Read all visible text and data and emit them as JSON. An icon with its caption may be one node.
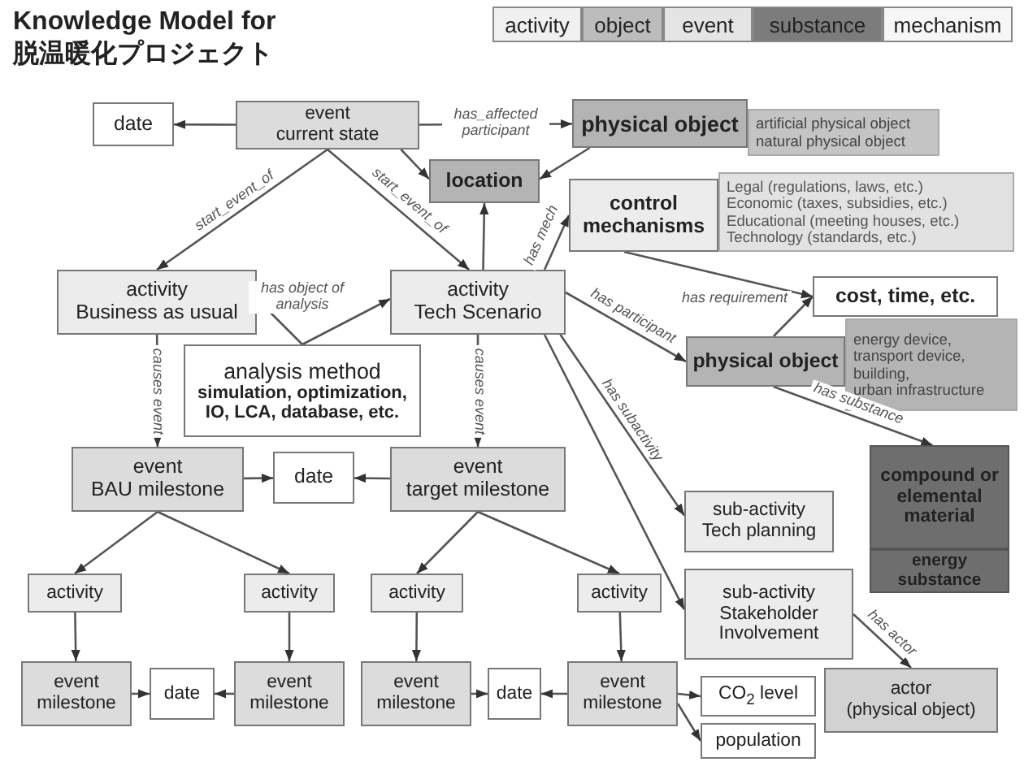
{
  "diagram": {
    "title": "Knowledge Model for 脱温暖化プロジェクト",
    "nodes": [
      {
        "text": [
          "date"
        ]
      },
      {
        "text": [
          "event",
          "current state"
        ]
      },
      {
        "text": [
          "physical object"
        ]
      },
      {
        "text": [
          "artificial physical object",
          "natural physical object"
        ]
      },
      {
        "text": [
          "location"
        ]
      },
      {
        "text": [
          "control mechanisms"
        ]
      },
      {
        "text": [
          "Legal (regulations, laws, etc.)",
          "Economic (taxes, subsidies, etc.)",
          "Educational (meeting houses, etc.)",
          "Technology (standards, etc.)"
        ]
      },
      {
        "text": [
          "activity",
          "Business as usual"
        ]
      },
      {
        "text": [
          "activity",
          "Tech Scenario"
        ]
      },
      {
        "text": [
          "analysis method",
          "simulation, optimization, IO, LCA, database, etc."
        ]
      },
      {
        "text": [
          "cost, time, etc."
        ]
      },
      {
        "text": [
          "physical object"
        ]
      },
      {
        "text": [
          "energy device,",
          "transport device,",
          "building,",
          "urban infrastructure"
        ]
      },
      {
        "text": [
          "event",
          "BAU milestone"
        ]
      },
      {
        "text": [
          "date"
        ]
      },
      {
        "text": [
          "event",
          "target milestone"
        ]
      },
      {
        "text": [
          "compound or elemental material"
        ]
      },
      {
        "text": [
          "energy substance"
        ]
      },
      {
        "text": [
          "sub-activity",
          "Tech planning"
        ]
      },
      {
        "text": [
          "activity"
        ]
      },
      {
        "text": [
          "activity"
        ]
      },
      {
        "text": [
          "activity"
        ]
      },
      {
        "text": [
          "activity"
        ]
      },
      {
        "text": [
          "sub-activity",
          "Stakeholder Involvement"
        ]
      },
      {
        "text": [
          "event milestone"
        ]
      },
      {
        "text": [
          "date"
        ]
      },
      {
        "text": [
          "event milestone"
        ]
      },
      {
        "text": [
          "event milestone"
        ]
      },
      {
        "text": [
          "date"
        ]
      },
      {
        "text": [
          "event milestone"
        ]
      },
      {
        "text": [
          "CO$_{2}$ level"
        ]
      },
      {
        "text": [
          "population"
        ]
      },
      {
        "text": [
          "actor",
          "(physical object)"
        ]
      }
    ],
    "edges": [
      {
        "from": 1,
        "to": 0,
        "arrow": "to"
      },
      {
        "from": 1,
        "to": 2,
        "arrow": "to",
        "label": "has_affected participant"
      },
      {
        "from": 1,
        "to": 4,
        "arrow": "to"
      },
      {
        "from": 2,
        "to": 4,
        "arrow": "to"
      },
      {
        "from": 8,
        "to": 4,
        "arrow": "to"
      },
      {
        "from": 8,
        "to": 5,
        "arrow": "to",
        "label": "has mech"
      },
      {
        "from": 1,
        "to": 7,
        "arrow": "to",
        "label": "start_event_of"
      },
      {
        "from": 1,
        "to": 8,
        "arrow": "to",
        "label": "start_event_of"
      },
      {
        "from": 9,
        "to": 7,
        "arrow": "to",
        "label": "has object of analysis"
      },
      {
        "from": 9,
        "to": 8,
        "arrow": "to"
      },
      {
        "from": 5,
        "to": 10,
        "arrow": "to"
      },
      {
        "from": 11,
        "to": 10,
        "arrow": "to",
        "label": "has requirement"
      },
      {
        "from": 8,
        "to": 11,
        "arrow": "to",
        "label": "has participant"
      },
      {
        "from": 11,
        "to": 16,
        "arrow": "to",
        "label": "has substance"
      },
      {
        "from": 7,
        "to": 13,
        "arrow": "to",
        "label": "causes event"
      },
      {
        "from": 8,
        "to": 15,
        "arrow": "to",
        "label": "causes event"
      },
      {
        "from": 13,
        "to": 14,
        "arrow": "to"
      },
      {
        "from": 15,
        "to": 14,
        "arrow": "to"
      },
      {
        "from": 8,
        "to": 18,
        "arrow": "to",
        "label": "has subactivity"
      },
      {
        "from": 8,
        "to": 23,
        "arrow": "to"
      },
      {
        "from": 13,
        "to": 19,
        "arrow": "to"
      },
      {
        "from": 13,
        "to": 20,
        "arrow": "to"
      },
      {
        "from": 15,
        "to": 21,
        "arrow": "to"
      },
      {
        "from": 15,
        "to": 22,
        "arrow": "to"
      },
      {
        "from": 19,
        "to": 24,
        "arrow": "to"
      },
      {
        "from": 20,
        "to": 26,
        "arrow": "to"
      },
      {
        "from": 21,
        "to": 27,
        "arrow": "to"
      },
      {
        "from": 22,
        "to": 29,
        "arrow": "to"
      },
      {
        "from": 24,
        "to": 25,
        "arrow": "to"
      },
      {
        "from": 26,
        "to": 25,
        "arrow": "to"
      },
      {
        "from": 27,
        "to": 28,
        "arrow": "to"
      },
      {
        "from": 29,
        "to": 28,
        "arrow": "to"
      },
      {
        "from": 29,
        "to": 30,
        "arrow": "to"
      },
      {
        "from": 29,
        "to": 31,
        "arrow": "to"
      },
      {
        "from": 23,
        "to": 32,
        "arrow": "to",
        "label": "has actor"
      }
    ],
    "legend": [
      {
        "text": "activity",
        "color": "#f0f0f0"
      },
      {
        "text": "object",
        "color": "#bcbcbc"
      },
      {
        "text": "event",
        "color": "#e4e4e4"
      },
      {
        "text": "substance",
        "color": "#7c7c7c"
      },
      {
        "text": "mechanism",
        "color": "#f6f6f6"
      }
    ]
  }
}
